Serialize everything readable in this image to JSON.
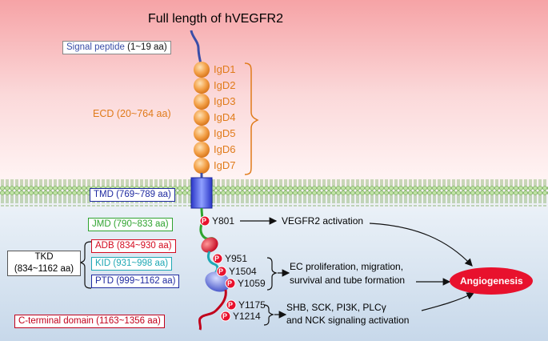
{
  "title": "Full length of hVEGFR2",
  "phospho_symbol": "P",
  "regions": {
    "signal_peptide": {
      "name": "Signal peptide",
      "range": "(1~19 aa)"
    },
    "ecd": "ECD (20~764 aa)",
    "tmd": "TMD (769~789 aa)",
    "jmd": "JMD (790~833 aa)",
    "adb": "ADB (834~930 aa)",
    "kid": "KID  (931~998 aa)",
    "ptd": "PTD (999~1162 aa)",
    "tkd": {
      "name": "TKD",
      "range": "(834~1162 aa)"
    },
    "c_terminal": "C-terminal domain (1163~1356 aa)"
  },
  "ig_domains": [
    "IgD1",
    "IgD2",
    "IgD3",
    "IgD4",
    "IgD5",
    "IgD6",
    "IgD7"
  ],
  "sites": [
    "Y801",
    "Y951",
    "Y1504",
    "Y1059",
    "Y1175",
    "Y1214"
  ],
  "outcomes": {
    "vegfr2_activation": "VEGFR2 activation",
    "ec_line1": "EC proliferation, migration,",
    "ec_line2": "survival and tube formation",
    "shb_line1": "SHB, SCK, PI3K, PLCγ",
    "shb_line2": "and NCK signaling activation",
    "angiogenesis": "Angiogenesis"
  },
  "colors": {
    "ecd": "#e07b1a",
    "tmd": "#1f2aa0",
    "jmd": "#2fa32f",
    "adb": "#d40a1e",
    "kid": "#1fa8b4",
    "ptd": "#1f2aa0",
    "c_terminal": "#c1001b",
    "angiogenesis": "#e8112d"
  }
}
